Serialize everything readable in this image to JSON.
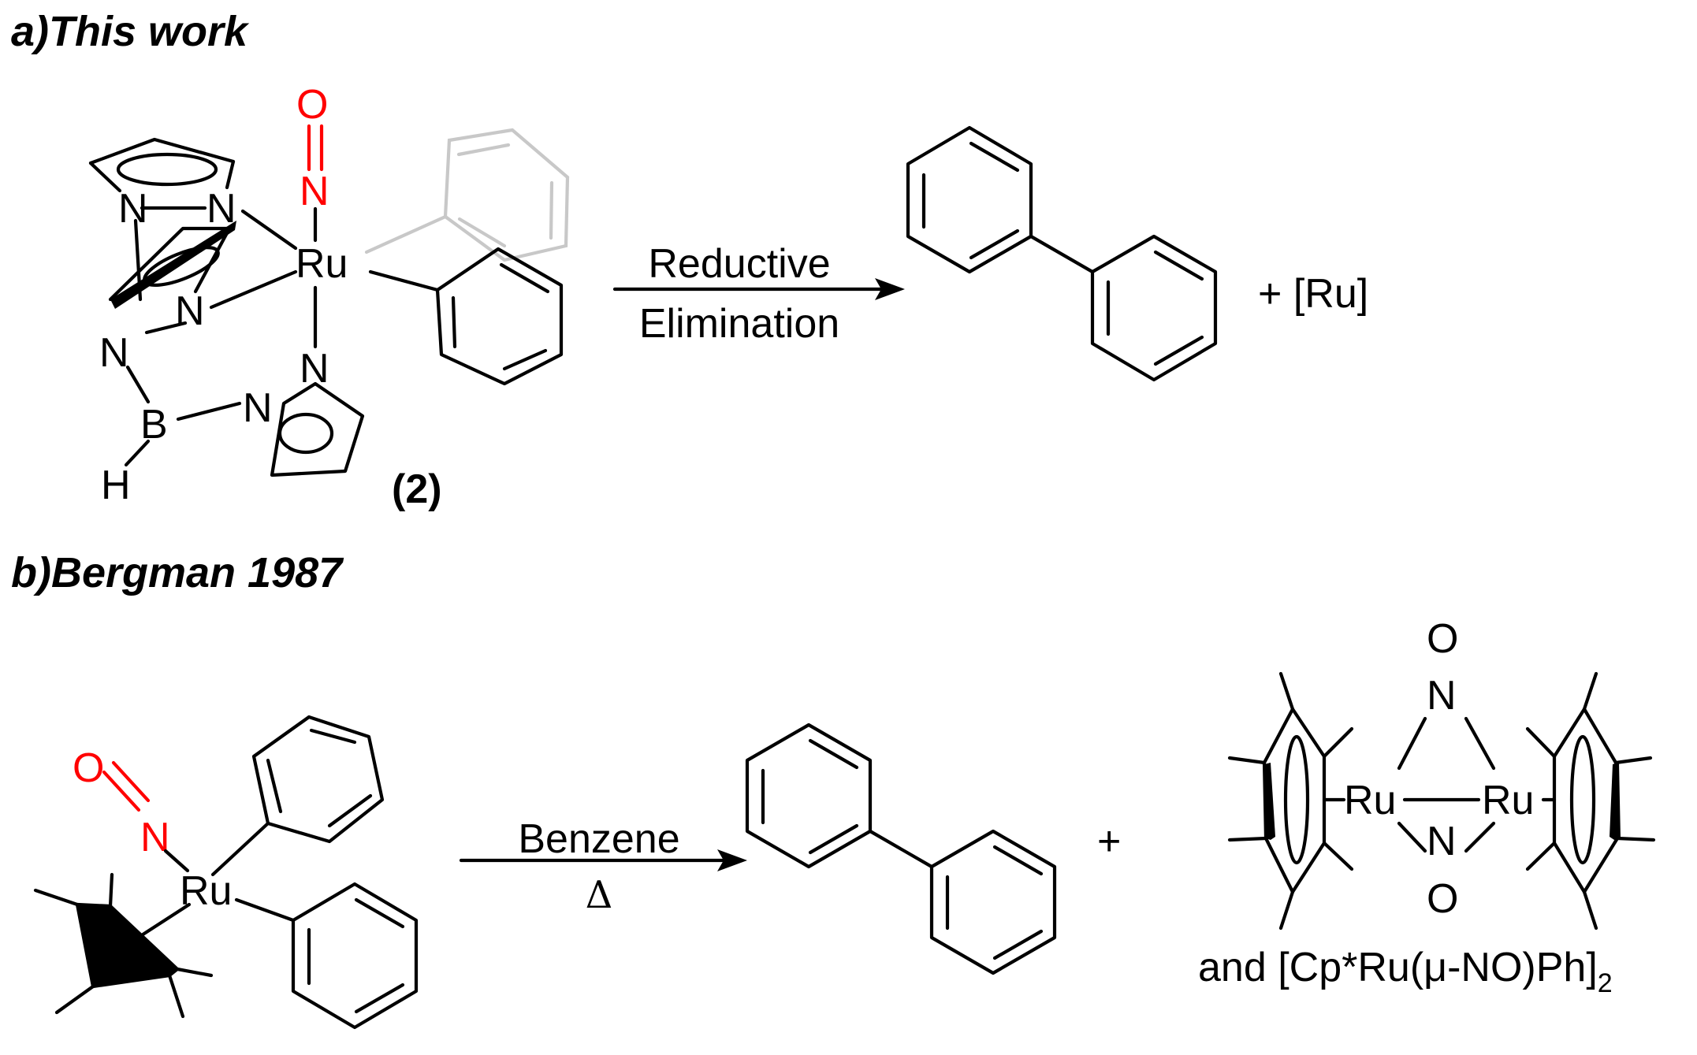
{
  "panel_a": {
    "heading": "a)This work",
    "compound_label": "(2)",
    "arrow_top": "Reductive",
    "arrow_bottom": "Elimination",
    "byproduct": "+ [Ru]",
    "atoms": {
      "ru": "Ru",
      "n": "N",
      "o": "O",
      "b": "B",
      "h": "H"
    }
  },
  "panel_b": {
    "heading": "b)Bergman 1987",
    "arrow_top": "Benzene",
    "arrow_bottom": "Δ",
    "plus": "+",
    "atoms": {
      "ru": "Ru",
      "n": "N",
      "o": "O"
    },
    "footnote_main": "and [Cp*Ru(μ-NO)Ph]",
    "footnote_sub": "2"
  },
  "colors": {
    "nitrosyl": "#ff0000",
    "ghost_ring": "#c8c8c8",
    "ink": "#000000"
  }
}
